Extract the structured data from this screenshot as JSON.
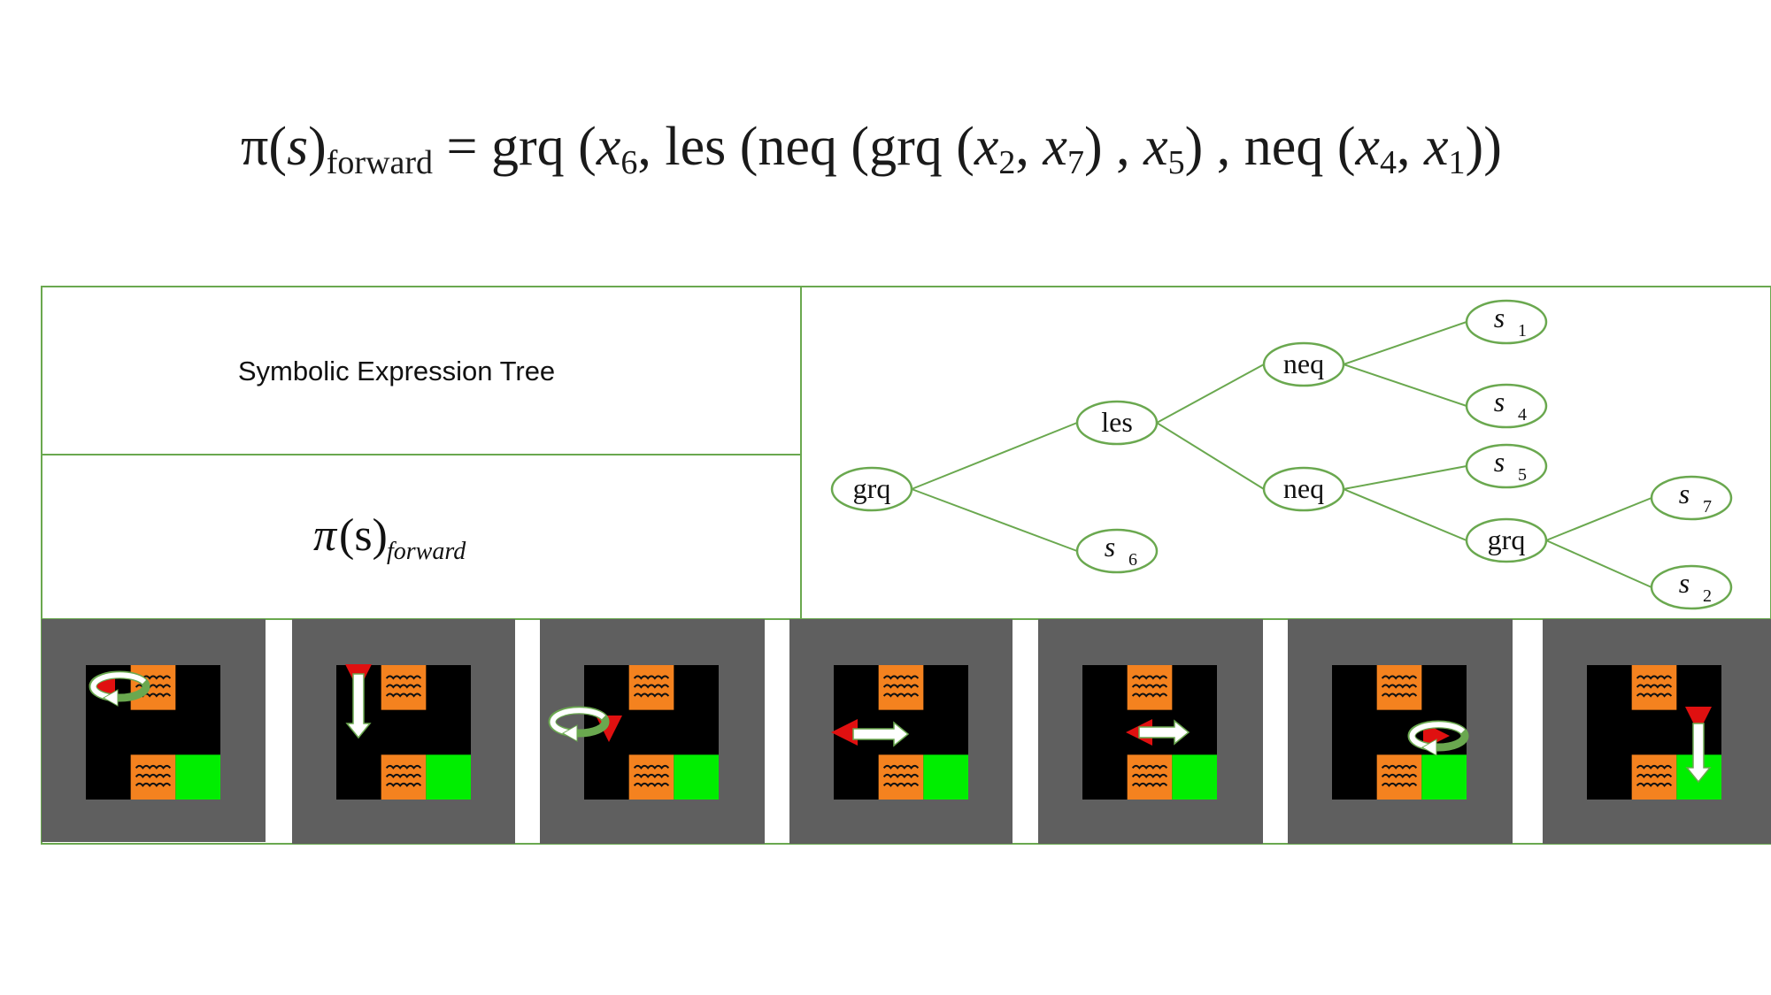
{
  "formula": {
    "lhs_pi": "π",
    "lhs_arg": "s",
    "lhs_sub": "forward",
    "equals": "=",
    "rhs": [
      {
        "t": "grq",
        "k": "op"
      },
      {
        "t": " (",
        "k": "op"
      },
      {
        "t": "x",
        "k": "var"
      },
      {
        "t": "6",
        "k": "sub"
      },
      {
        "t": ", ",
        "k": "op"
      },
      {
        "t": "les",
        "k": "op"
      },
      {
        "t": " (",
        "k": "op"
      },
      {
        "t": "neq",
        "k": "op"
      },
      {
        "t": " (",
        "k": "op"
      },
      {
        "t": "grq",
        "k": "op"
      },
      {
        "t": " (",
        "k": "op"
      },
      {
        "t": "x",
        "k": "var"
      },
      {
        "t": "2",
        "k": "sub"
      },
      {
        "t": ", ",
        "k": "op"
      },
      {
        "t": "x",
        "k": "var"
      },
      {
        "t": "7",
        "k": "sub"
      },
      {
        "t": ") , ",
        "k": "op"
      },
      {
        "t": "x",
        "k": "var"
      },
      {
        "t": "5",
        "k": "sub"
      },
      {
        "t": ") , ",
        "k": "op"
      },
      {
        "t": "neq",
        "k": "op"
      },
      {
        "t": " (",
        "k": "op"
      },
      {
        "t": "x",
        "k": "var"
      },
      {
        "t": "4",
        "k": "sub"
      },
      {
        "t": ", ",
        "k": "op"
      },
      {
        "t": "x",
        "k": "var"
      },
      {
        "t": "1",
        "k": "sub"
      },
      {
        "t": "))",
        "k": "op"
      }
    ]
  },
  "panel": {
    "tree_label": "Symbolic Expression Tree",
    "policy_pi": "π",
    "policy_arg": "(s)",
    "policy_sub": "forward"
  },
  "tree": {
    "nodes": [
      {
        "id": "grq-root",
        "label": "grq",
        "kind": "op"
      },
      {
        "id": "les",
        "label": "les",
        "kind": "op"
      },
      {
        "id": "s6",
        "label": "s",
        "index": "6",
        "kind": "var"
      },
      {
        "id": "neq-top",
        "label": "neq",
        "kind": "op"
      },
      {
        "id": "neq-bottom",
        "label": "neq",
        "kind": "op"
      },
      {
        "id": "s1",
        "label": "s",
        "index": "1",
        "kind": "var"
      },
      {
        "id": "s4",
        "label": "s",
        "index": "4",
        "kind": "var"
      },
      {
        "id": "s5",
        "label": "s",
        "index": "5",
        "kind": "var"
      },
      {
        "id": "grq-inner",
        "label": "grq",
        "kind": "op"
      },
      {
        "id": "s7",
        "label": "s",
        "index": "7",
        "kind": "var"
      },
      {
        "id": "s2",
        "label": "s",
        "index": "2",
        "kind": "var"
      }
    ],
    "edges": [
      [
        "grq-root",
        "les"
      ],
      [
        "grq-root",
        "s6"
      ],
      [
        "les",
        "neq-top"
      ],
      [
        "les",
        "neq-bottom"
      ],
      [
        "neq-top",
        "s1"
      ],
      [
        "neq-top",
        "s4"
      ],
      [
        "neq-bottom",
        "s5"
      ],
      [
        "neq-bottom",
        "grq-inner"
      ],
      [
        "grq-inner",
        "s7"
      ],
      [
        "grq-inner",
        "s2"
      ]
    ]
  },
  "colors": {
    "border": "#6aa84f",
    "frame_bg": "#5f5f5f",
    "grid_bg": "#000000",
    "lava": "#f4821f",
    "goal": "#00ee00",
    "agent": "#e01010",
    "arrow": "#ffffff"
  },
  "frames": [
    {
      "action": "turn-left",
      "agent_dir": "left"
    },
    {
      "action": "move-down",
      "agent_dir": "down"
    },
    {
      "action": "turn-left",
      "agent_dir": "down"
    },
    {
      "action": "move-right",
      "agent_dir": "right"
    },
    {
      "action": "move-right",
      "agent_dir": "right"
    },
    {
      "action": "turn-left",
      "agent_dir": "right"
    },
    {
      "action": "move-down",
      "agent_dir": "down"
    }
  ]
}
